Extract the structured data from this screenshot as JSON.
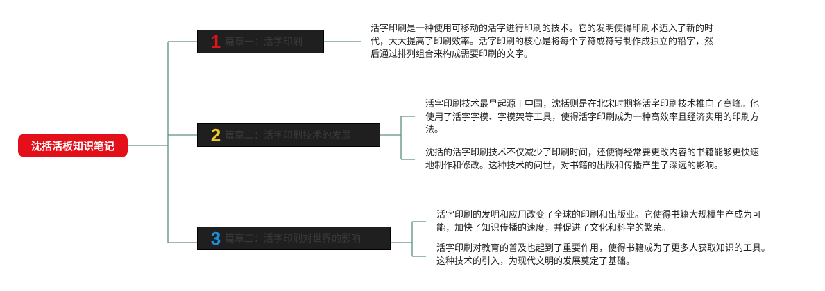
{
  "root": {
    "label": "沈括活板知识笔记"
  },
  "branches": [
    {
      "number": "1",
      "number_color": "#e0121b",
      "title": "篇章一：活字印刷",
      "notes": [
        "活字印刷是一种使用可移动的活字进行印刷的技术。它的发明使得印刷术迈入了新的时代，大大提高了印刷效率。活字印刷的核心是将每个字符或符号制作成独立的铅字，然后通过排列组合来构成需要印刷的文字。"
      ]
    },
    {
      "number": "2",
      "number_color": "#f2cb2a",
      "title": "篇章二：活字印刷技术的发展",
      "notes": [
        "活字印刷技术最早起源于中国，沈括则是在北宋时期将活字印刷技术推向了高峰。他使用了活字字模、字模架等工具，使得活字印刷成为一种高效率且经济实用的印刷方法。",
        "沈括的活字印刷技术不仅减少了印刷时间，还使得经常要更改内容的书籍能够更快速地制作和修改。这种技术的问世，对书籍的出版和传播产生了深远的影响。"
      ]
    },
    {
      "number": "3",
      "number_color": "#1b8fd8",
      "title": "篇章三：活字印刷对世界的影响",
      "notes": [
        "活字印刷的发明和应用改变了全球的印刷和出版业。它使得书籍大规模生产成为可能，加快了知识传播的速度，并促进了文化和科学的繁荣。",
        "活字印刷对教育的普及也起到了重要作用，使得书籍成为了更多人获取知识的工具。这种技术的引入，为现代文明的发展奠定了基础。"
      ]
    }
  ],
  "colors": {
    "connector": "#5f8f7c",
    "root_bg": "#e3101a",
    "branch_bg": "#1f1f1f"
  }
}
